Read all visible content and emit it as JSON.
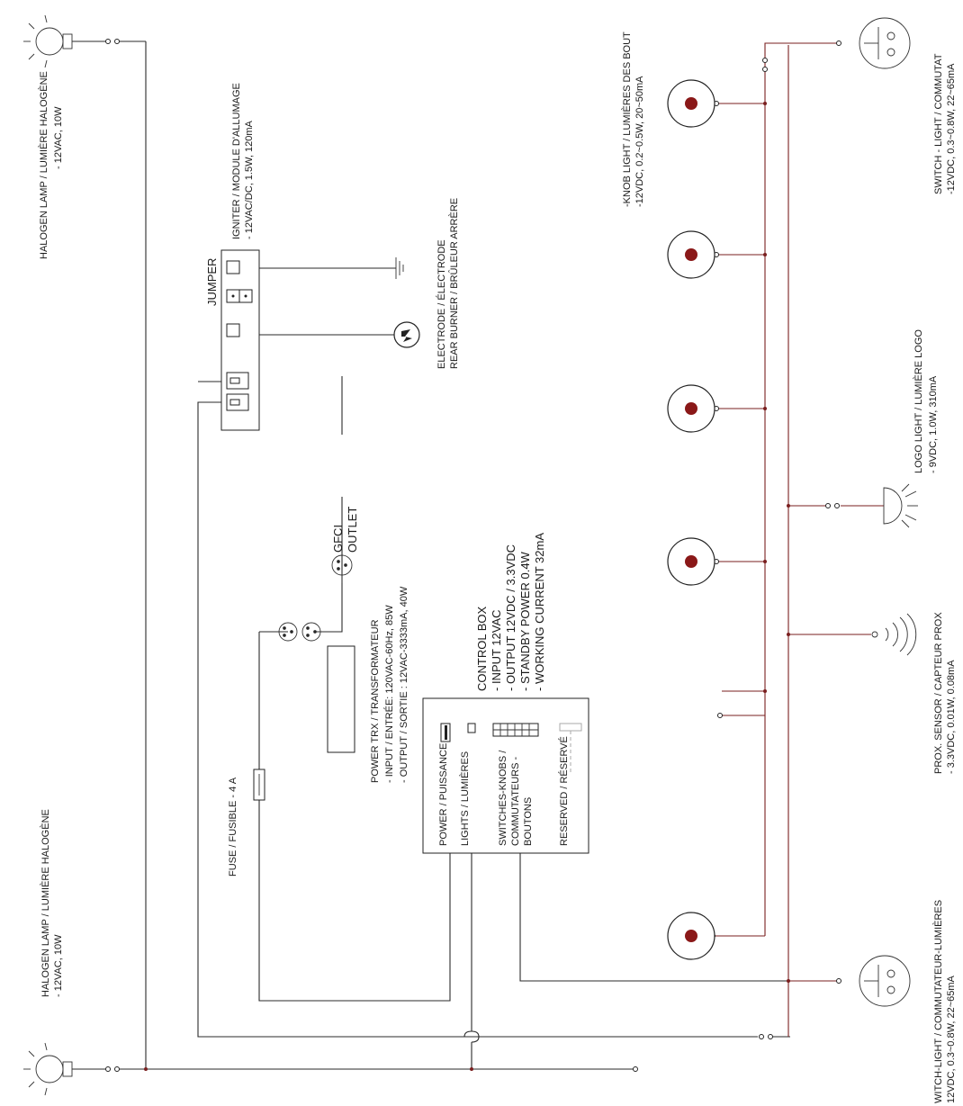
{
  "labels": {
    "halogen_top_title": "HALOGEN LAMP / LUMIÈRE HALOGÈNE",
    "halogen_top_spec": "- 12VAC, 10W",
    "halogen_bottom_title": "HALOGEN LAMP / LUMIÈRE HALOGÈNE",
    "halogen_bottom_spec": "- 12VAC, 10W",
    "igniter_title": "IGNITER / MODULE D'ALLUMAGE",
    "igniter_spec": "- 12VAC/DC, 1.5W, 120mA",
    "jumper": "JUMPER",
    "electrode_title": "ELECTRODE / ÉLECTRODE",
    "electrode_sub": "REAR BURNER / BRÛLEUR ARRÈRE",
    "gfci_line1": "GFCI",
    "gfci_line2": "OUTLET",
    "trx_title": "POWER TRX / TRANSFORMATEUR",
    "trx_input": "- INPUT / ENTRÉE: 120VAC-60Hz, 85W",
    "trx_output": "- OUTPUT / SORTIE : 12VAC-3333mA, 40W",
    "fuse": "FUSE / FUSIBLE - 4 A",
    "control_title": "CONTROL BOX",
    "control_l1": "- INPUT 12VAC",
    "control_l2": "- OUTPUT 12VDC / 3.3VDC",
    "control_l3": "- STANDBY POWER 0.4W",
    "control_l4": "- WORKING CURRENT 32mA",
    "port_power": "POWER / PUISSANCE",
    "port_lights": "LIGHTS / LUMIÈRES",
    "port_switches_1": "SWITCHES-KNOBS /",
    "port_switches_2": "COMMUTATEURS -",
    "port_switches_3": "BOUTONS",
    "port_reserved": "RESERVED / RÉSERVÉ",
    "knob_title": "-KNOB LIGHT / LUMIÈRES DES BOUT",
    "knob_spec": "-12VDC, 0.2~0.5W, 20~50mA",
    "logo_title": "LOGO LIGHT / LUMIÈRE LOGO",
    "logo_spec": "- 9VDC, 1.0W, 310mA",
    "prox_title": "PROX. SENSOR / CAPTEUR PROX",
    "prox_spec": "- 3.3VDC, 0.01W, 0.08mA",
    "switch_top_title": "SWITCH - LIGHT / COMMUTAT",
    "switch_top_spec": "-12VDC, 0.3~0.8W, 22~65mA",
    "switch_bottom_title": "WITCH-LIGHT / COMMUTATEUR-LUMIÈRES",
    "switch_bottom_spec": "12VDC, 0.3~0.8W, 22~65mA"
  },
  "colors": {
    "wire": "#2a2a2a",
    "signal_wire": "#7a1f1f",
    "knob_dot": "#8a1818"
  }
}
